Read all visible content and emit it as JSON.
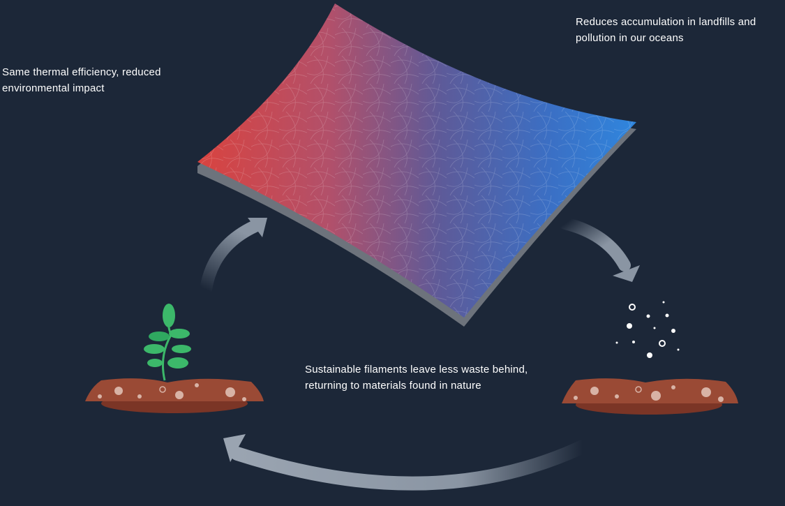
{
  "labels": {
    "thermal": "Same thermal efficiency, reduced environmental impact",
    "landfill": "Reduces accumulation in landfills and pollution in our oceans",
    "sustainable": "Sustainable filaments leave less waste behind, returning to materials found in nature"
  },
  "colors": {
    "background": "#1c2738",
    "fabric_warm": "#d9433f",
    "fabric_mid": "#6b5a95",
    "fabric_cool": "#2f7fd6",
    "soil": "#9a4a35",
    "plant": "#3cb86a",
    "arrow": "#8a95a3"
  },
  "diagram": {
    "nodes": [
      {
        "id": "fabric",
        "name": "Insulation fabric sheet"
      },
      {
        "id": "decompose",
        "name": "Soil with dispersing particles"
      },
      {
        "id": "growth",
        "name": "Soil with sprouting plant"
      }
    ],
    "edges": [
      {
        "from": "fabric",
        "to": "decompose"
      },
      {
        "from": "decompose",
        "to": "growth"
      },
      {
        "from": "growth",
        "to": "fabric"
      }
    ]
  }
}
